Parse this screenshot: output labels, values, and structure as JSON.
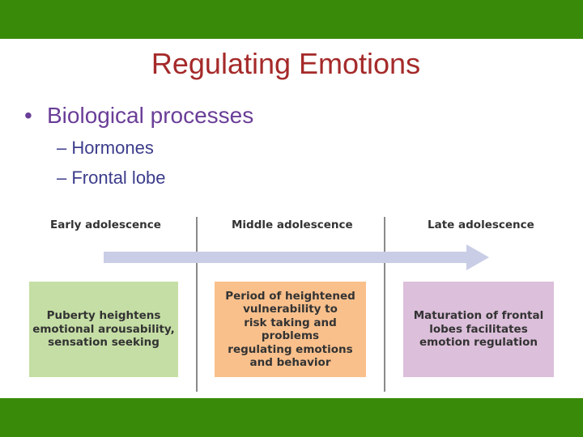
{
  "slide": {
    "title": "Regulating Emotions",
    "bullet": {
      "marker": "•",
      "text": "Biological processes"
    },
    "sub_items": [
      "– Hormones",
      "– Frontal lobe"
    ]
  },
  "figure": {
    "stages": [
      "Early adolescence",
      "Middle adolescence",
      "Late adolescence"
    ],
    "boxes": [
      "Puberty heightens\nemotional arousability,\nsensation seeking",
      "Period of heightened\nvulnerability to\nrisk taking and\nproblems\nregulating emotions\nand behavior",
      "Maturation of frontal\nlobes facilitates\nemotion regulation"
    ]
  },
  "colors": {
    "bar_green": "#3a8a0a",
    "title": "#a52a2a",
    "bullet": "#6a3e98",
    "sub": "#3c3c8c",
    "arrow": "#c9cde6",
    "box_green": "#c5dea5",
    "box_orange": "#f9c08c",
    "box_purple": "#dcbfda"
  }
}
